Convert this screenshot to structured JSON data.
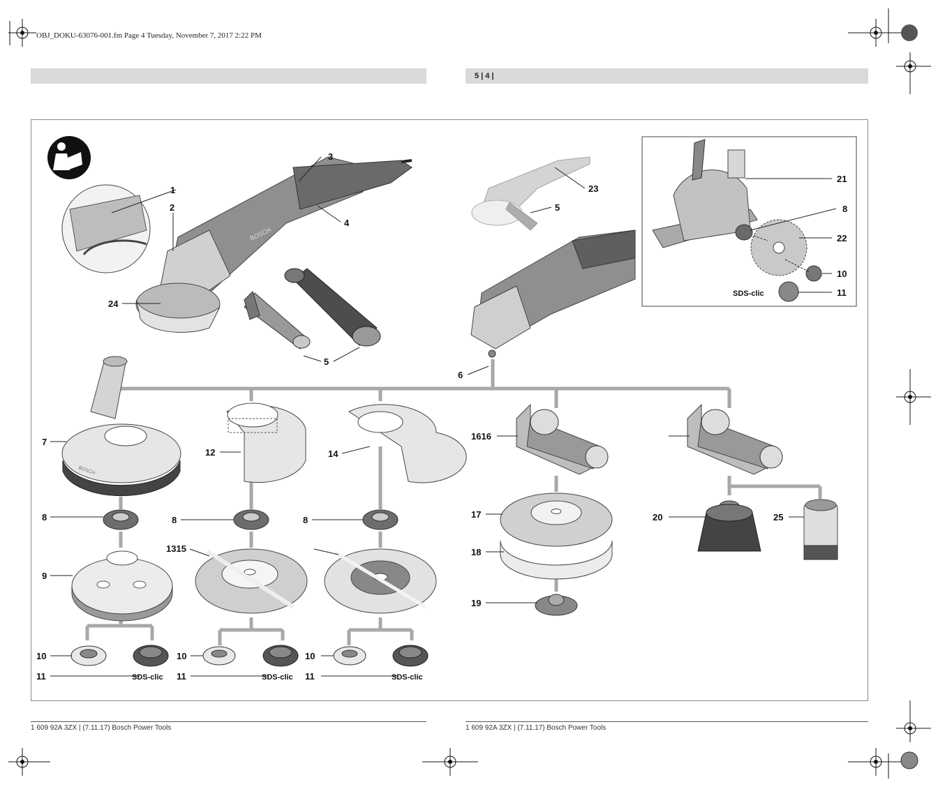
{
  "header": {
    "slug": "OBJ_DOKU-63076-001.fm  Page 4  Tuesday, November 7, 2017  2:22 PM",
    "page_number": "5 | 4 |"
  },
  "labels": {
    "l1": "1",
    "l2": "2",
    "l3": "3",
    "l4": "4",
    "l5a": "5",
    "l5b": "5",
    "l6": "6",
    "l7": "7",
    "l8a": "8",
    "l8b": "8",
    "l8c": "8",
    "l8d": "8",
    "l9": "9",
    "l10a": "10",
    "l10b": "10",
    "l10c": "10",
    "l10d": "10",
    "l11a": "11",
    "l11b": "11",
    "l11c": "11",
    "l11d": "11",
    "l12": "12",
    "l1315": "1315",
    "l14": "14",
    "l1616": "1616",
    "l17": "17",
    "l18": "18",
    "l19": "19",
    "l20": "20",
    "l21": "21",
    "l22": "22",
    "l23": "23",
    "l24": "24",
    "l25": "25"
  },
  "sds_mark": "SDS-clic",
  "brand_mark": "BOSCH",
  "footer": {
    "left": "1 609 92A 3ZX | (7.11.17)  Bosch Power Tools",
    "right": "1 609 92A 3ZX | (7.11.17)  Bosch Power Tools"
  }
}
